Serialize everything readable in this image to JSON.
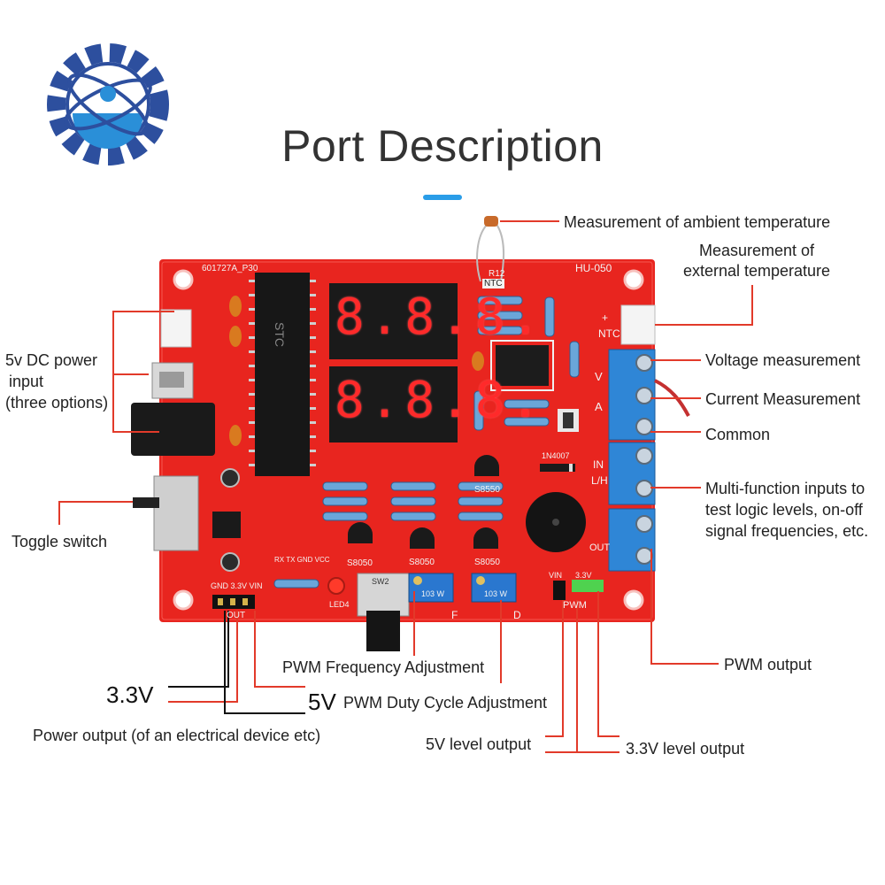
{
  "header": {
    "title": "Port Description"
  },
  "board": {
    "silk_top": "601727A_P30",
    "model": "HU-050",
    "digits_top": "8.8.8.",
    "digits_bottom": "8.8.8.",
    "chip_label": "STC",
    "ntc_label": "NTC",
    "r12": "R12",
    "plus_label": "+",
    "ntc_side": "NTC",
    "v_label": "V",
    "a_label": "A",
    "in_label": "IN",
    "lh_label": "L/H",
    "out_label": "OUT",
    "s8050_a": "S8050",
    "s8550": "S8550",
    "s8050_b": "S8050",
    "s8050_c": "S8050",
    "pins_p1": "RX TX GND VCC",
    "gnd_label": "GND 3.3V VIN",
    "out_p3": "OUT",
    "f_label": "F",
    "d_label": "D",
    "pwm_label": "PWM",
    "vin_label": "VIN",
    "v33_label": "3.3V",
    "diode": "1N4007",
    "pot_label": "103 W",
    "led4": "LED4",
    "sw2": "SW2"
  },
  "callouts": {
    "ambient": "Measurement of ambient temperature",
    "external_1": "Measurement of",
    "external_2": "external temperature",
    "dc_1": "5v DC power",
    "dc_2": "input",
    "dc_3": "(three options)",
    "voltage": "Voltage measurement",
    "current": "Current Measurement",
    "common": "Common",
    "multi_1": "Multi-function inputs to",
    "multi_2": "test logic levels, on-off",
    "multi_3": "signal frequencies, etc.",
    "toggle": "Toggle switch",
    "pwm_output": "PWM output",
    "pwm_freq": "PWM Frequency Adjustment",
    "pwm_duty": "PWM Duty Cycle Adjustment",
    "v33": "3.3V",
    "v5": "5V",
    "power_output": "Power output (of an electrical device etc)",
    "level5": "5V level output",
    "level33": "3.3V level output"
  },
  "colors": {
    "pcb": "#e8251f",
    "terminal": "#2f86d6",
    "leader": "#e23a2a",
    "accent": "#2a9de8",
    "segment": "#ff2a2a"
  }
}
